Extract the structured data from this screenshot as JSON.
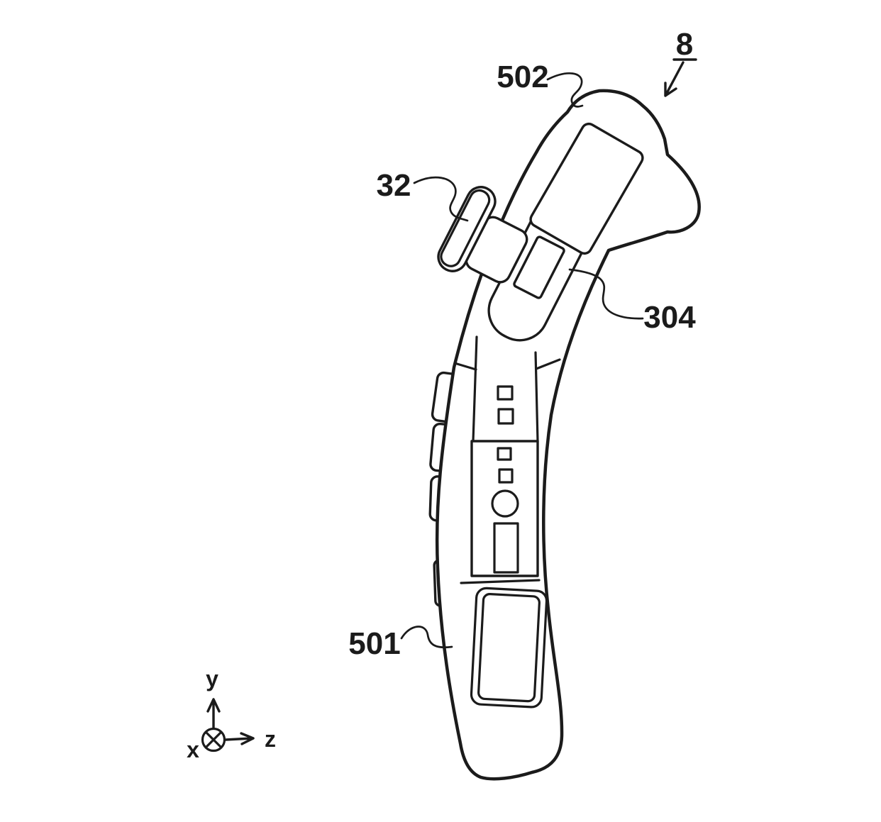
{
  "figure": {
    "reference_labels": {
      "device": "8",
      "upper_housing": "502",
      "analog_stick": "32",
      "button": "304",
      "lower_housing": "501"
    },
    "axes": {
      "x": "x",
      "y": "y",
      "z": "z"
    },
    "colors": {
      "line": "#1b1b1b",
      "background": "#ffffff"
    }
  }
}
